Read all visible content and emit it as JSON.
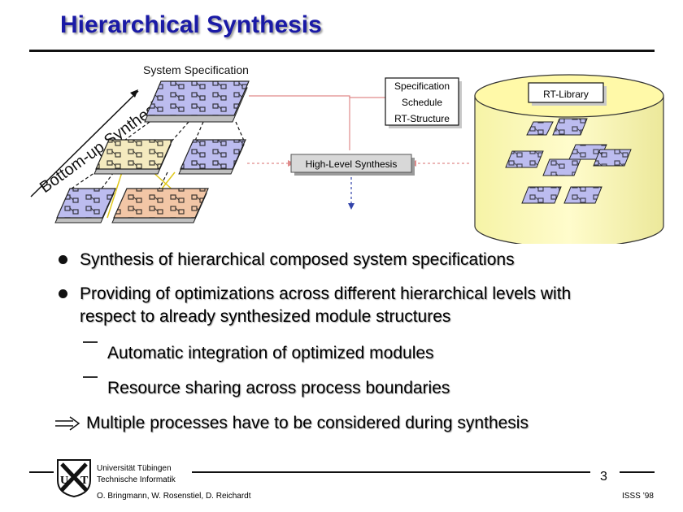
{
  "title": "Hierarchical Synthesis",
  "diagram": {
    "system_spec_label": "System Specification",
    "bottom_up_label": "Bottom-up Synthesis",
    "spec_box_lines": [
      "Specification",
      "Schedule",
      "RT-Structure"
    ],
    "rt_library_label": "RT-Library",
    "hls_label": "High-Level Synthesis"
  },
  "bullets": [
    "Synthesis of hierarchical composed system specifications",
    "Providing of optimizations across different hierarchical levels with",
    "respect to already synthesized module structures"
  ],
  "sub_bullets": [
    "Automatic integration of optimized modules",
    "Resource sharing across process boundaries"
  ],
  "conclusion": "Multiple processes have to be considered during synthesis",
  "footer": {
    "university": "Universität Tübingen",
    "department": "Technische Informatik",
    "authors": "O. Bringmann, W. Rosenstiel, D. Reichardt",
    "page_number": "3",
    "conference": "ISSS ’98",
    "logo_letters": [
      "U",
      "T"
    ]
  }
}
